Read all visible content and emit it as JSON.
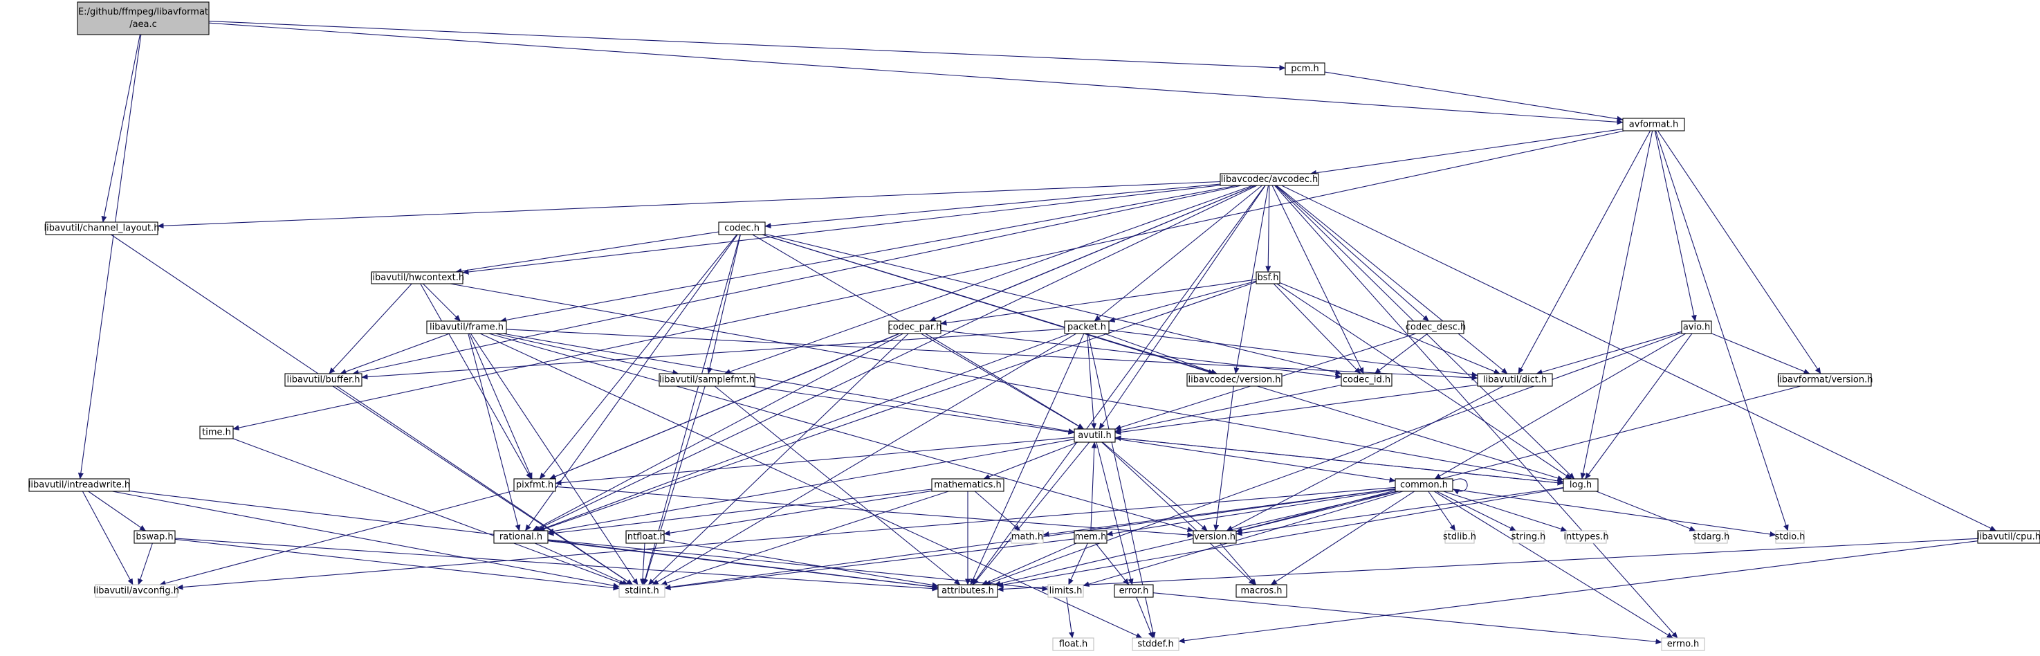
{
  "colors": {
    "edge": "#191970",
    "node_border": "#000000",
    "node_fill": "#ffffff",
    "root_fill": "#bfbfbf",
    "system_border": "#bfbfbf"
  },
  "root": {
    "id": "aea",
    "line1": "E:/github/ffmpeg/libavformat",
    "line2": "/aea.c"
  },
  "nodes": [
    {
      "id": "pcm",
      "label": "pcm.h",
      "system": false
    },
    {
      "id": "avformat",
      "label": "avformat.h",
      "system": false
    },
    {
      "id": "avcodec",
      "label": "libavcodec/avcodec.h",
      "system": false
    },
    {
      "id": "chlayout",
      "label": "libavutil/channel_layout.h",
      "system": false
    },
    {
      "id": "codec",
      "label": "codec.h",
      "system": false
    },
    {
      "id": "hwcontext",
      "label": "libavutil/hwcontext.h",
      "system": false
    },
    {
      "id": "bsf",
      "label": "bsf.h",
      "system": false
    },
    {
      "id": "frame",
      "label": "libavutil/frame.h",
      "system": false
    },
    {
      "id": "codec_par",
      "label": "codec_par.h",
      "system": false
    },
    {
      "id": "packet",
      "label": "packet.h",
      "system": false
    },
    {
      "id": "codec_desc",
      "label": "codec_desc.h",
      "system": false
    },
    {
      "id": "avio",
      "label": "avio.h",
      "system": false
    },
    {
      "id": "buffer",
      "label": "libavutil/buffer.h",
      "system": false
    },
    {
      "id": "samplefmt",
      "label": "libavutil/samplefmt.h",
      "system": false
    },
    {
      "id": "lcversion",
      "label": "libavcodec/version.h",
      "system": false
    },
    {
      "id": "codec_id",
      "label": "codec_id.h",
      "system": false
    },
    {
      "id": "dict",
      "label": "libavutil/dict.h",
      "system": false
    },
    {
      "id": "lfversion",
      "label": "libavformat/version.h",
      "system": false
    },
    {
      "id": "time",
      "label": "time.h",
      "system": false
    },
    {
      "id": "avutil",
      "label": "avutil.h",
      "system": false
    },
    {
      "id": "intreadwrite",
      "label": "libavutil/intreadwrite.h",
      "system": false
    },
    {
      "id": "pixfmt",
      "label": "pixfmt.h",
      "system": false
    },
    {
      "id": "mathematics",
      "label": "mathematics.h",
      "system": false
    },
    {
      "id": "common",
      "label": "common.h",
      "system": false
    },
    {
      "id": "log",
      "label": "log.h",
      "system": false
    },
    {
      "id": "bswap",
      "label": "bswap.h",
      "system": false
    },
    {
      "id": "rational",
      "label": "rational.h",
      "system": false
    },
    {
      "id": "intfloat",
      "label": "intfloat.h",
      "system": false
    },
    {
      "id": "math",
      "label": "math.h",
      "system": true
    },
    {
      "id": "mem",
      "label": "mem.h",
      "system": false
    },
    {
      "id": "version",
      "label": "version.h",
      "system": false
    },
    {
      "id": "stdlib",
      "label": "stdlib.h",
      "system": true
    },
    {
      "id": "string",
      "label": "string.h",
      "system": true
    },
    {
      "id": "inttypes",
      "label": "inttypes.h",
      "system": true
    },
    {
      "id": "stdarg",
      "label": "stdarg.h",
      "system": true
    },
    {
      "id": "stdio",
      "label": "stdio.h",
      "system": true
    },
    {
      "id": "cpu",
      "label": "libavutil/cpu.h",
      "system": false
    },
    {
      "id": "avconfig",
      "label": "libavutil/avconfig.h",
      "system": true
    },
    {
      "id": "stdint",
      "label": "stdint.h",
      "system": true
    },
    {
      "id": "attributes",
      "label": "attributes.h",
      "system": false
    },
    {
      "id": "limits",
      "label": "limits.h",
      "system": true
    },
    {
      "id": "error",
      "label": "error.h",
      "system": false
    },
    {
      "id": "macros",
      "label": "macros.h",
      "system": false
    },
    {
      "id": "float",
      "label": "float.h",
      "system": true
    },
    {
      "id": "stddef",
      "label": "stddef.h",
      "system": true
    },
    {
      "id": "errno",
      "label": "errno.h",
      "system": true
    }
  ],
  "edges": [
    [
      "aea",
      "pcm"
    ],
    [
      "aea",
      "avformat"
    ],
    [
      "aea",
      "chlayout"
    ],
    [
      "aea",
      "intreadwrite"
    ],
    [
      "pcm",
      "avformat"
    ],
    [
      "avformat",
      "avcodec"
    ],
    [
      "avformat",
      "time"
    ],
    [
      "avformat",
      "avio"
    ],
    [
      "avformat",
      "dict"
    ],
    [
      "avformat",
      "log"
    ],
    [
      "avformat",
      "lfversion"
    ],
    [
      "avformat",
      "stdio"
    ],
    [
      "avcodec",
      "chlayout"
    ],
    [
      "avcodec",
      "codec"
    ],
    [
      "avcodec",
      "hwcontext"
    ],
    [
      "avcodec",
      "frame"
    ],
    [
      "avcodec",
      "buffer"
    ],
    [
      "avcodec",
      "pixfmt"
    ],
    [
      "avcodec",
      "rational"
    ],
    [
      "avcodec",
      "samplefmt"
    ],
    [
      "avcodec",
      "codec_par"
    ],
    [
      "avcodec",
      "packet"
    ],
    [
      "avcodec",
      "bsf"
    ],
    [
      "avcodec",
      "codec_desc"
    ],
    [
      "avcodec",
      "lcversion"
    ],
    [
      "avcodec",
      "codec_id"
    ],
    [
      "avcodec",
      "dict"
    ],
    [
      "avcodec",
      "avutil"
    ],
    [
      "avcodec",
      "log"
    ],
    [
      "avcodec",
      "attributes"
    ],
    [
      "avcodec",
      "cpu"
    ],
    [
      "avcodec",
      "errno"
    ],
    [
      "chlayout",
      "stdint"
    ],
    [
      "codec",
      "hwcontext"
    ],
    [
      "codec",
      "avutil"
    ],
    [
      "codec",
      "pixfmt"
    ],
    [
      "codec",
      "rational"
    ],
    [
      "codec",
      "samplefmt"
    ],
    [
      "codec",
      "stdint"
    ],
    [
      "codec",
      "lcversion"
    ],
    [
      "codec",
      "codec_id"
    ],
    [
      "codec",
      "log"
    ],
    [
      "hwcontext",
      "buffer"
    ],
    [
      "hwcontext",
      "frame"
    ],
    [
      "hwcontext",
      "pixfmt"
    ],
    [
      "hwcontext",
      "log"
    ],
    [
      "frame",
      "buffer"
    ],
    [
      "frame",
      "dict"
    ],
    [
      "frame",
      "avutil"
    ],
    [
      "frame",
      "pixfmt"
    ],
    [
      "frame",
      "rational"
    ],
    [
      "frame",
      "samplefmt"
    ],
    [
      "frame",
      "version"
    ],
    [
      "frame",
      "stddef"
    ],
    [
      "frame",
      "stdint"
    ],
    [
      "bsf",
      "codec_par"
    ],
    [
      "bsf",
      "packet"
    ],
    [
      "bsf",
      "codec_id"
    ],
    [
      "bsf",
      "dict"
    ],
    [
      "bsf",
      "log"
    ],
    [
      "bsf",
      "rational"
    ],
    [
      "codec_par",
      "avutil"
    ],
    [
      "codec_par",
      "pixfmt"
    ],
    [
      "codec_par",
      "rational"
    ],
    [
      "codec_par",
      "stdint"
    ],
    [
      "codec_par",
      "codec_id"
    ],
    [
      "packet",
      "buffer"
    ],
    [
      "packet",
      "lcversion"
    ],
    [
      "packet",
      "dict"
    ],
    [
      "packet",
      "avutil"
    ],
    [
      "packet",
      "rational"
    ],
    [
      "packet",
      "stdint"
    ],
    [
      "packet",
      "stddef"
    ],
    [
      "packet",
      "attributes"
    ],
    [
      "codec_desc",
      "codec_id"
    ],
    [
      "codec_desc",
      "avutil"
    ],
    [
      "avio",
      "dict"
    ],
    [
      "avio",
      "common"
    ],
    [
      "avio",
      "log"
    ],
    [
      "avio",
      "lfversion"
    ],
    [
      "avio",
      "attributes"
    ],
    [
      "buffer",
      "stdint"
    ],
    [
      "samplefmt",
      "avutil"
    ],
    [
      "samplefmt",
      "attributes"
    ],
    [
      "samplefmt",
      "stdint"
    ],
    [
      "lcversion",
      "version"
    ],
    [
      "codec_id",
      "avutil"
    ],
    [
      "dict",
      "avutil"
    ],
    [
      "dict",
      "version"
    ],
    [
      "lfversion",
      "version"
    ],
    [
      "time",
      "stdint"
    ],
    [
      "avutil",
      "pixfmt"
    ],
    [
      "avutil",
      "mathematics"
    ],
    [
      "avutil",
      "common"
    ],
    [
      "avutil",
      "log"
    ],
    [
      "avutil",
      "rational"
    ],
    [
      "avutil",
      "version"
    ],
    [
      "avutil",
      "error"
    ],
    [
      "avutil",
      "macros"
    ],
    [
      "avutil",
      "attributes"
    ],
    [
      "intreadwrite",
      "bswap"
    ],
    [
      "intreadwrite",
      "avconfig"
    ],
    [
      "intreadwrite",
      "attributes"
    ],
    [
      "intreadwrite",
      "stdint"
    ],
    [
      "pixfmt",
      "avconfig"
    ],
    [
      "pixfmt",
      "version"
    ],
    [
      "mathematics",
      "rational"
    ],
    [
      "mathematics",
      "intfloat"
    ],
    [
      "mathematics",
      "math"
    ],
    [
      "mathematics",
      "attributes"
    ],
    [
      "mathematics",
      "stdint"
    ],
    [
      "common",
      "common"
    ],
    [
      "common",
      "mem"
    ],
    [
      "common",
      "version"
    ],
    [
      "common",
      "math"
    ],
    [
      "common",
      "stdlib"
    ],
    [
      "common",
      "string"
    ],
    [
      "common",
      "inttypes"
    ],
    [
      "common",
      "stdio"
    ],
    [
      "common",
      "errno"
    ],
    [
      "common",
      "limits"
    ],
    [
      "common",
      "stdint"
    ],
    [
      "common",
      "attributes"
    ],
    [
      "common",
      "macros"
    ],
    [
      "common",
      "avconfig"
    ],
    [
      "log",
      "stdarg"
    ],
    [
      "log",
      "version"
    ],
    [
      "log",
      "attributes"
    ],
    [
      "log",
      "avutil"
    ],
    [
      "bswap",
      "avconfig"
    ],
    [
      "bswap",
      "attributes"
    ],
    [
      "bswap",
      "stdint"
    ],
    [
      "rational",
      "stdint"
    ],
    [
      "rational",
      "limits"
    ],
    [
      "rational",
      "attributes"
    ],
    [
      "intfloat",
      "stdint"
    ],
    [
      "intfloat",
      "attributes"
    ],
    [
      "mem",
      "limits"
    ],
    [
      "mem",
      "stdint"
    ],
    [
      "mem",
      "attributes"
    ],
    [
      "mem",
      "error"
    ],
    [
      "mem",
      "avutil"
    ],
    [
      "version",
      "macros"
    ],
    [
      "error",
      "errno"
    ],
    [
      "error",
      "stddef"
    ],
    [
      "cpu",
      "stddef"
    ],
    [
      "cpu",
      "attributes"
    ],
    [
      "limits",
      "float"
    ]
  ]
}
